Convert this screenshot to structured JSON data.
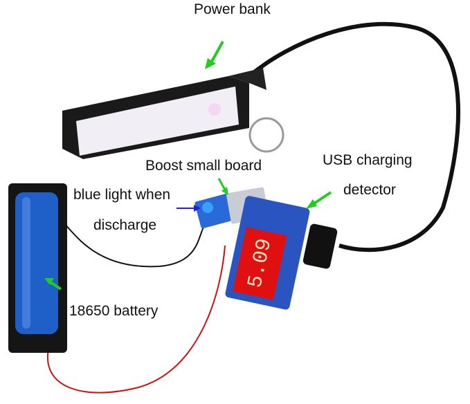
{
  "labels": {
    "power_bank": "Power bank",
    "boost_board": "Boost small board",
    "usb_detector_line1": "USB charging",
    "usb_detector_line2": "detector",
    "blue_light_line1": "blue light when",
    "blue_light_line2": "discharge",
    "battery": "18650 battery"
  },
  "display": {
    "reading": "5.09"
  },
  "colors": {
    "arrow_green": "#22cc22",
    "arrow_blue": "#2222cc",
    "battery_blue": "#1f5fc8",
    "display_red": "#e01010",
    "detector_blue": "#2a55c0"
  }
}
